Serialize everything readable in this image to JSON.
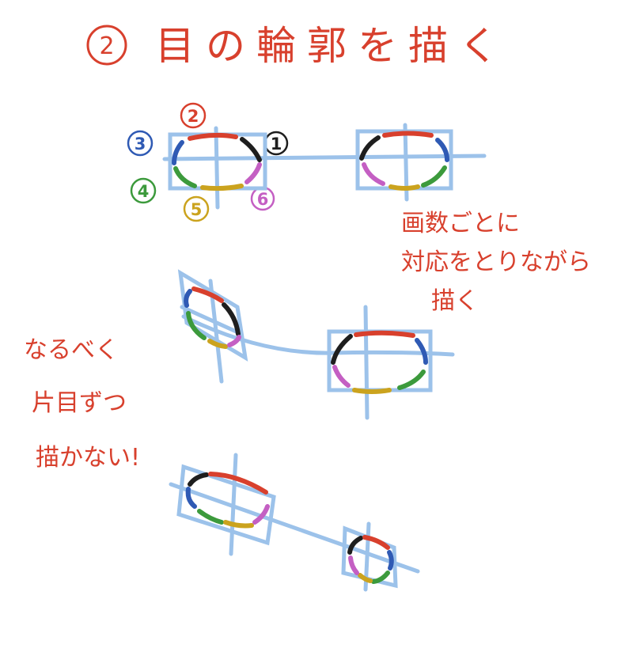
{
  "title": {
    "number": "2",
    "text": "目の輪郭を描く"
  },
  "labels": [
    {
      "n": "1",
      "color": "#1e1e1e"
    },
    {
      "n": "2",
      "color": "#d8402d"
    },
    {
      "n": "3",
      "color": "#2f5ab4"
    },
    {
      "n": "4",
      "color": "#3c9a3c"
    },
    {
      "n": "5",
      "color": "#cba31e"
    },
    {
      "n": "6",
      "color": "#c45fc3"
    }
  ],
  "note_right": [
    "画数ごとに",
    "対応をとりながら",
    "描く"
  ],
  "note_left": [
    "なるべく",
    "片目ずつ",
    "描かない!"
  ],
  "colors": {
    "ink": "#d8402d",
    "guide": "#9cc2ea",
    "stroke1": "#1e1e1e",
    "stroke2": "#d8402d",
    "stroke3": "#2f5ab4",
    "stroke4": "#3c9a3c",
    "stroke5": "#cba31e",
    "stroke6": "#c45fc3"
  }
}
